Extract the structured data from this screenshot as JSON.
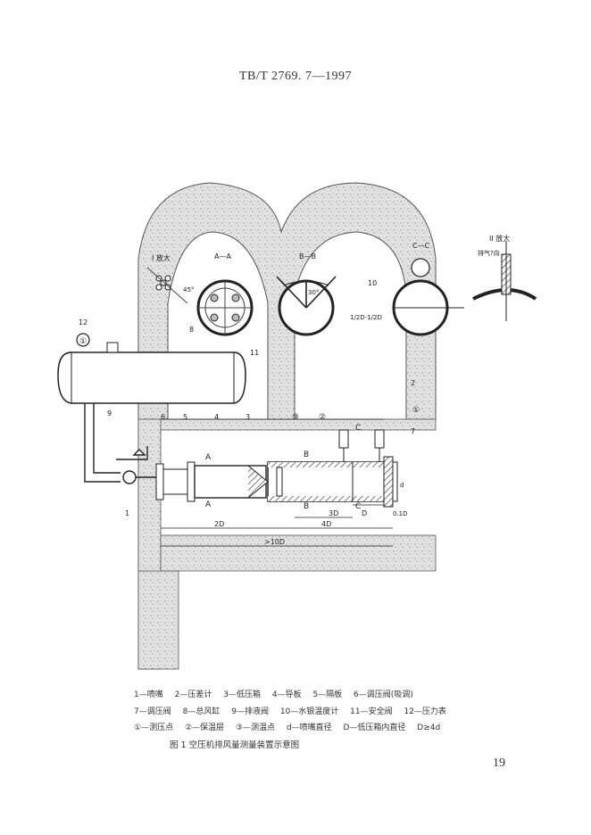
{
  "header": {
    "code": "TB/T 2769. 7—1997"
  },
  "figure": {
    "labels": {
      "section_aa": "A—A",
      "section_bb": "B—B",
      "section_cc": "C—C",
      "detail_i": "I 放大",
      "detail_ii": "II 放大",
      "angle_45": "45°",
      "angle_30": "30°",
      "fraction": "1/2D-1/2D",
      "len_2d": "2D",
      "len_4d": "4D",
      "len_3d": "3D",
      "len_10d": ">10D",
      "len_d": "D",
      "len_01d": "0.1D",
      "len_d_small": "d",
      "letter_a": "A",
      "letter_b": "B",
      "letter_c": "C",
      "side_label": "排气?向",
      "callouts": [
        "1",
        "2",
        "3",
        "4",
        "5",
        "6",
        "7",
        "8",
        "9",
        "10",
        "11",
        "12"
      ],
      "circled": [
        "①",
        "②",
        "③"
      ]
    }
  },
  "legend": {
    "line1": [
      "1—喷嘴",
      "2—压差计",
      "3—低压箱",
      "4—导板",
      "5—隔板",
      "6—调压阀(吸调)"
    ],
    "line2": [
      "7—调压阀",
      "8—总风缸",
      "9—排液阀",
      "10—水银温度计",
      "11—安全阀",
      "12—压力表"
    ],
    "line3": [
      "①—测压点",
      "②—保温层",
      "③—测温点",
      "d—喷嘴直径",
      "D—低压箱内直径",
      "D≥4d"
    ]
  },
  "caption": "图 1   空压机排风量测量装置示意图",
  "page_number": "19"
}
